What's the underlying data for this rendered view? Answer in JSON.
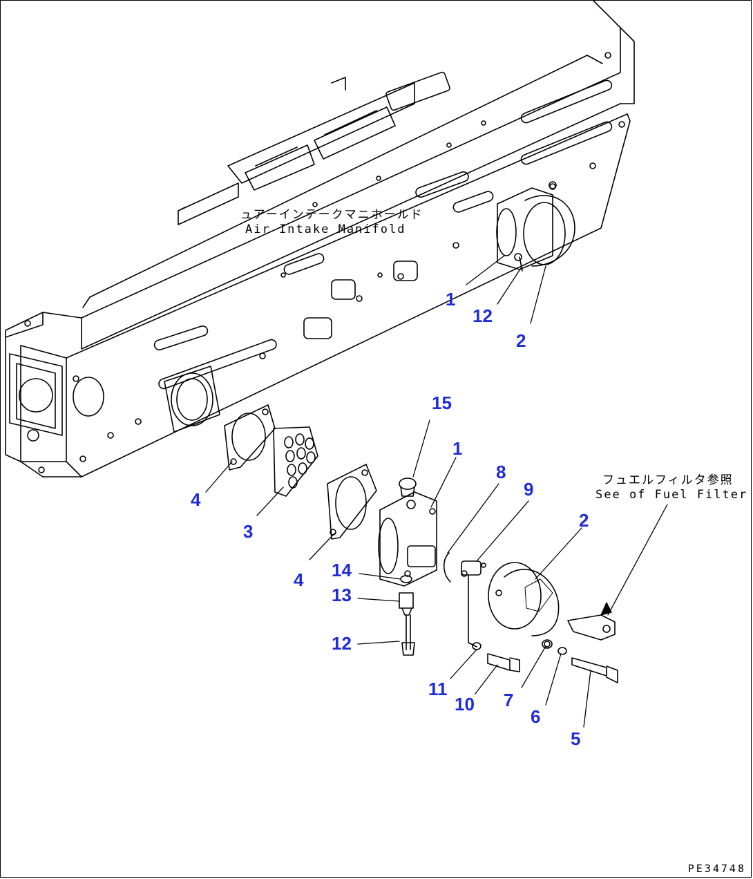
{
  "labels": {
    "manifold_jp": "ュアーインテークマニホールド",
    "manifold_en": "Air Intake Manifold",
    "fuel_jp": "フュエルフィルタ参照",
    "fuel_en": "See of Fuel Filter"
  },
  "callouts": {
    "c1a": "1",
    "c12a": "12",
    "c2a": "2",
    "c15": "15",
    "c1b": "1",
    "c8": "8",
    "c9": "9",
    "c2b": "2",
    "c4a": "4",
    "c3": "3",
    "c4b": "4",
    "c14": "14",
    "c13": "13",
    "c12b": "12",
    "c11": "11",
    "c10": "10",
    "c7": "7",
    "c6": "6",
    "c5": "5"
  },
  "drawing_code": "PE34748",
  "colors": {
    "callout": "#1f2bd6",
    "line": "#000000"
  }
}
